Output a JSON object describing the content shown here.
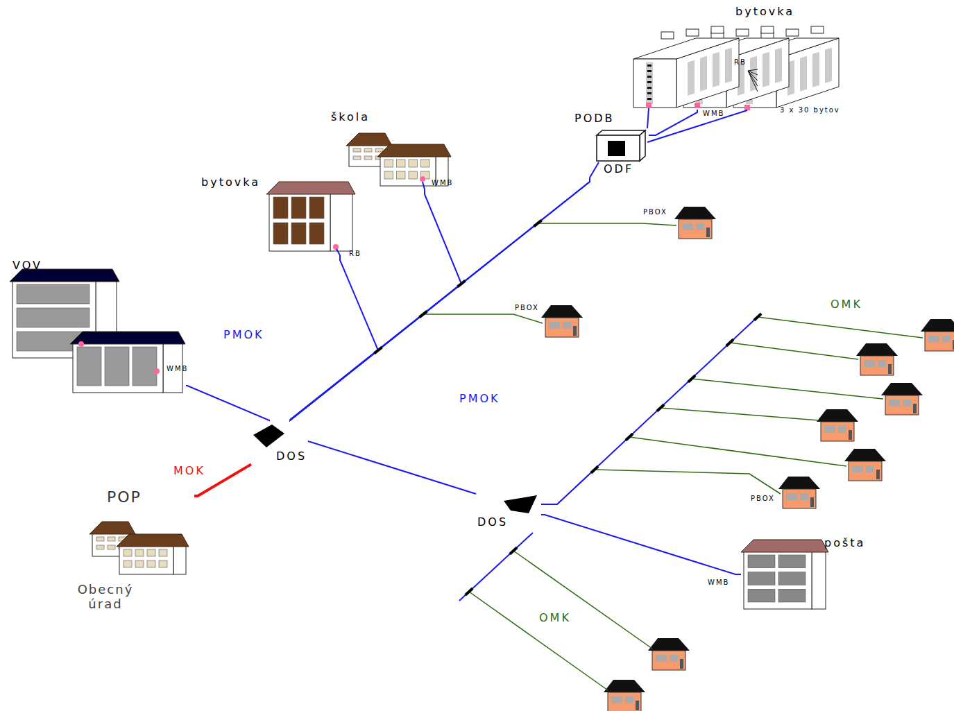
{
  "diagram": {
    "nodes": [
      {
        "text": [
          "VOV"
        ]
      },
      {
        "text": [
          "bytovka"
        ]
      },
      {
        "text": [
          "škola"
        ]
      },
      {
        "text": [
          "bytovka"
        ]
      },
      {
        "text": [
          "PODB",
          "ODF"
        ]
      },
      {
        "text": [
          "POP",
          "Obecný úrad"
        ]
      },
      {
        "text": [
          "DOS"
        ]
      },
      {
        "text": [
          "DOS"
        ]
      },
      {
        "text": [
          "pošta"
        ]
      },
      {
        "text": [
          "PBOX"
        ]
      },
      {
        "text": [
          "PBOX"
        ]
      },
      {
        "text": [
          "PBOX"
        ]
      }
    ],
    "edges": [
      {
        "from": 5,
        "to": 6,
        "label": "MOK",
        "arrow": "none"
      },
      {
        "from": 6,
        "to": 0,
        "arrow": "none"
      },
      {
        "from": 6,
        "to": 1,
        "arrow": "none"
      },
      {
        "from": 6,
        "to": 2,
        "arrow": "none"
      },
      {
        "from": 6,
        "to": 10,
        "arrow": "none"
      },
      {
        "from": 6,
        "to": 9,
        "arrow": "none"
      },
      {
        "from": 6,
        "to": 4,
        "arrow": "none"
      },
      {
        "from": 4,
        "to": 3,
        "arrow": "none"
      },
      {
        "from": 6,
        "to": 7,
        "arrow": "none"
      },
      {
        "from": 7,
        "to": 8,
        "arrow": "none"
      },
      {
        "from": 7,
        "to": 11,
        "arrow": "none"
      }
    ],
    "labels": [
      "PMOK",
      "PMOK",
      "OMK",
      "OMK",
      "WMB",
      "RB",
      "WMB",
      "RB",
      "WMB",
      "3 x 30 bytov",
      "WMB"
    ]
  }
}
